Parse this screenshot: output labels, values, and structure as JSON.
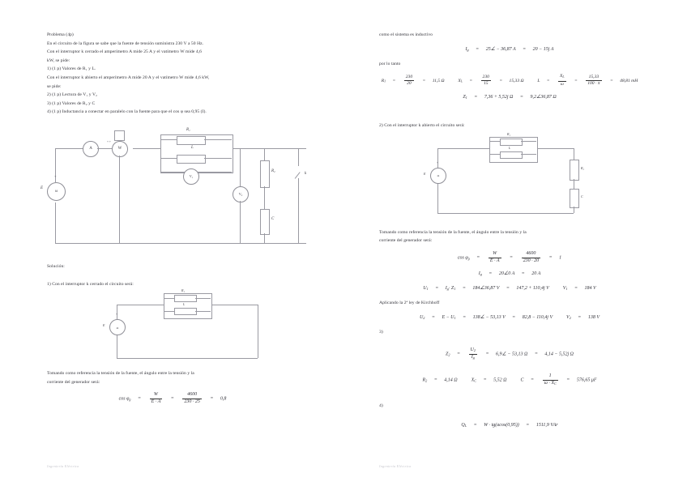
{
  "document": {
    "footer_note": "Ingeniería Eléctrica"
  },
  "left_page": {
    "statement": {
      "title": "Problema (4p)",
      "lines": [
        "En el circuito de la figura se sabe que la fuente de tensión suministra 230 V a 50 Hz.",
        "Con el interruptor k cerrado el amperímetro A mide 25 A y el vatímetro W mide 4,6",
        "kW, se pide:",
        "1) (1 p) Valores de R₁ y L.",
        "Con el interruptor k abierto el amperímetro A mide 20 A y el vatímetro W mide 4,6 kW,",
        "se pide:",
        "2) (1 p) Lectura de V₁ y V₂",
        "3) (1 p) Valores de R₂ y C",
        "4) (1 p) Inductancia a conectar en paralelo con la fuente para que el cos φ sea 0,95 (I)."
      ]
    },
    "main_circuit": {
      "source_label": "E",
      "source_symbol": "ω",
      "ammeter_label": "A",
      "wattmeter_label": "W",
      "r1_label": "R₁",
      "l_label": "L",
      "v1_label": "V₁",
      "v2_label": "V₂",
      "r2_label": "R₂",
      "c_label": "C",
      "switch_label": "k",
      "plus_sign": "+"
    },
    "solution_heading": "Solución:",
    "step1_heading": "1) Con el interruptor k cerrado el circuito será:",
    "step1_circuit": {
      "source_label": "E",
      "source_symbol": "ω",
      "r1_label": "R₁",
      "l_label": "L",
      "plus_sign": "+"
    },
    "ref_text_lines": [
      "Tomando como referencia la tensión de la fuente, el ángulo entre la tensión y la",
      "corriente del generador será:"
    ],
    "equation_cosphi": {
      "lhs": "cos φ",
      "lhs_sub": "g",
      "eq1_num": "W",
      "eq1_den": "E · A",
      "eq2_num": "4600",
      "eq2_den": "230 · 25",
      "result": "0,8"
    }
  },
  "right_page": {
    "inductive_note": "como el sistema es inductivo",
    "equation_ig": {
      "symbol": "I",
      "symbol_sub": "g",
      "value_polar": "25∠ − 36,87 A",
      "value_rect": "20 − 15j A"
    },
    "porlotanto": "por lo tanto",
    "equation_row1": {
      "r1_symbol": "R",
      "r1_sub": "1",
      "r1_num": "230",
      "r1_den": "20",
      "r1_result": "11,5 Ω",
      "xl_symbol": "X",
      "xl_sub": "L",
      "xl_num": "230",
      "xl_den": "15",
      "xl_result": "15,33 Ω",
      "l_symbol": "L",
      "l_num": "X",
      "l_num_sub": "L",
      "l_den": "ω",
      "l_num2": "15,33",
      "l_den2": "100 · π",
      "l_result": "48,81 mH"
    },
    "equation_z1": {
      "symbol": "Z",
      "symbol_sub": "1",
      "rect": "7,36 + 5,52j Ω",
      "polar": "9,2∠36,87 Ω"
    },
    "step2_heading": "2) Con el interruptor k abierto el circuito será:",
    "step2_circuit": {
      "source_label": "E",
      "source_symbol": "ω",
      "r1_label": "R₁",
      "l_label": "L",
      "r2_label": "R₂",
      "c_label": "C",
      "plus_sign": "+"
    },
    "ref_text_lines": [
      "Tomando como referencia la tensión de la fuente, el ángulo entre la tensión y la",
      "corriente del generador será:"
    ],
    "equation_cosphi": {
      "lhs": "cos φ",
      "lhs_sub": "g",
      "eq1_num": "W",
      "eq1_den": "E · A",
      "eq2_num": "4600",
      "eq2_den": "230 · 20",
      "result": "1"
    },
    "equation_ig2": {
      "symbol": "I",
      "symbol_sub": "g",
      "polar": "20∠0 A",
      "rect": "20 A"
    },
    "equation_u1": {
      "symbol": "U",
      "symbol_sub": "1",
      "expr": "I",
      "expr_sub": "g",
      "expr2": "· Z",
      "expr2_sub": "1",
      "polar": "184∠36,87 V",
      "rect": "147,2 + 110,4j V",
      "magnitude_symbol": "V",
      "magnitude_sub": "1",
      "magnitude": "184 V"
    },
    "kirchhoff_note": "Aplicando la 2ª ley de Kirchhoff",
    "equation_u2": {
      "symbol": "U",
      "symbol_sub": "2",
      "expr": "E − U",
      "expr_sub": "1",
      "polar": "138∠ − 53,13 V",
      "rect": "82,8 − 110,4j V",
      "magnitude_symbol": "V",
      "magnitude_sub": "2",
      "magnitude": "138 V"
    },
    "step3_heading": "3)",
    "equation_z2": {
      "symbol": "Z",
      "symbol_sub": "2",
      "num": "U",
      "num_sub": "2",
      "den": "I",
      "den_sub": "g",
      "polar": "6,9∠ − 53,13 Ω",
      "rect": "4,14 − 5,52j Ω"
    },
    "equation_row3": {
      "r2_symbol": "R",
      "r2_sub": "2",
      "r2_value": "4,14 Ω",
      "xc_symbol": "X",
      "xc_sub": "C",
      "xc_value": "5,52 Ω",
      "c_symbol": "C",
      "c_num": "1",
      "c_den": "ω · X",
      "c_den_sub": "C",
      "c_result": "576,65 μF"
    },
    "step4_heading": "4)",
    "equation_ql": {
      "symbol": "Q",
      "symbol_sub": "L",
      "expr": "W · tg(acos(0,95))",
      "result": "1511,9 VAr"
    }
  }
}
